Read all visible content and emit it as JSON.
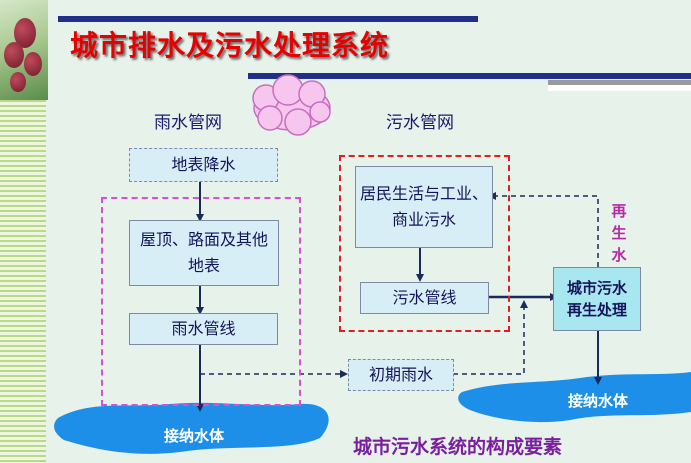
{
  "title": "城市排水及污水处理系统",
  "rain_network_label": "雨水管网",
  "sewage_network_label": "污水管网",
  "surface_rain": "地表降水",
  "roof_road": "屋顶、路面及其他地表",
  "rain_pipe": "雨水管线",
  "residential": "居民生活与工业、商业污水",
  "sewage_pipe": "污水管线",
  "initial_rain": "初期雨水",
  "treatment": "城市污水再生处理",
  "recycled_water": "再生水",
  "receiving_water": "接纳水体",
  "bottom_caption": "城市污水系统的构成要素",
  "colors": {
    "title": "#e60000",
    "box_fill": "#d8eef6",
    "magenta_dash": "#d64fd6",
    "red_dash": "#e02020",
    "caption": "#7a1fa0",
    "water": "#1d8fe8"
  }
}
